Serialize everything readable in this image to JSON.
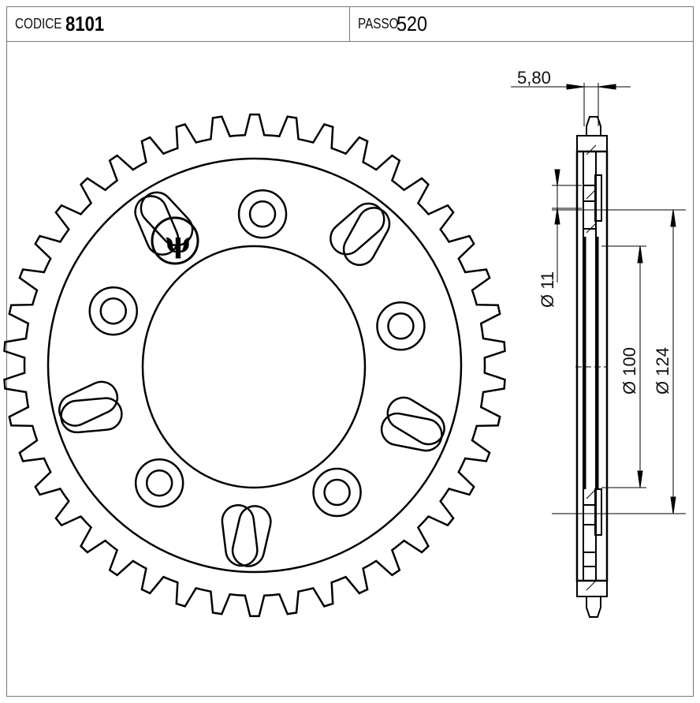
{
  "header": {
    "code_label": "CODICE",
    "code_value": "8101",
    "pitch_label": "PASSO",
    "pitch_value": "520"
  },
  "dimensions": {
    "thickness": "5,80",
    "bolt_hole": "Ø 11",
    "center_bore": "Ø 100",
    "bolt_circle": "Ø 124"
  },
  "colors": {
    "line": "#000000",
    "frame": "#777777"
  }
}
